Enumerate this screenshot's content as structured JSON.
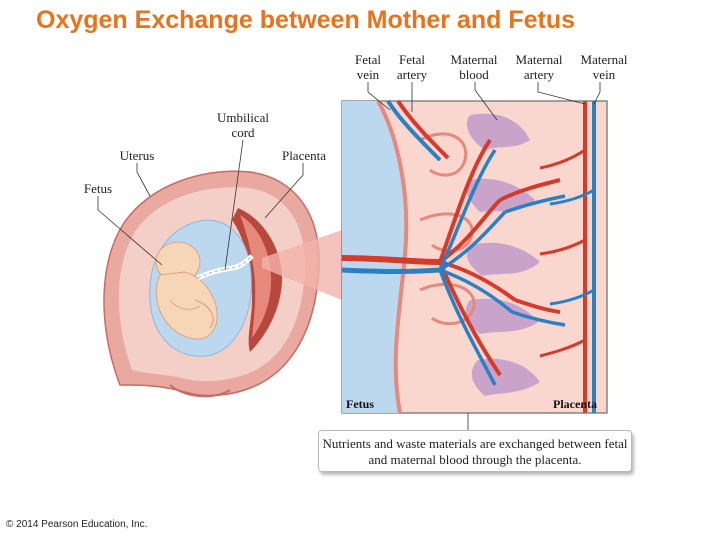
{
  "title": "Oxygen Exchange between Mother and Fetus",
  "labels": {
    "fetal_vein": "Fetal\nvein",
    "fetal_artery": "Fetal\nartery",
    "maternal_blood": "Maternal\nblood",
    "maternal_artery": "Maternal\nartery",
    "maternal_vein": "Maternal\nvein",
    "umbilical_cord": "Umbilical\ncord",
    "uterus": "Uterus",
    "placenta": "Placenta",
    "fetus": "Fetus",
    "inset_fetus": "Fetus",
    "inset_placenta": "Placenta"
  },
  "caption": "Nutrients and waste materials are exchanged between fetal and maternal blood through the placenta.",
  "copyright": "© 2014 Pearson Education, Inc.",
  "colors": {
    "title": "#e8731c",
    "artery_red": "#d63a2a",
    "vein_blue": "#2b7fc3",
    "tissue_pink": "#f3c9c0",
    "maternal_blood": "#c9a3c9",
    "amniotic_blue": "#bcd8ef"
  }
}
